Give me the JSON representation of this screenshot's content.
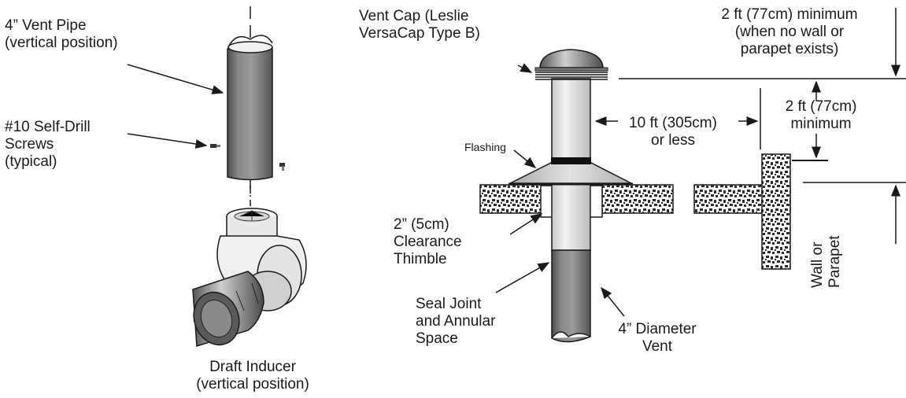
{
  "labels": {
    "vent_pipe": "4” Vent Pipe\n(vertical position)",
    "screws": "#10 Self-Drill\nScrews\n(typical)",
    "draft_inducer": "Draft Inducer\n(vertical position)",
    "vent_cap": "Vent Cap (Leslie\nVersaCap Type B)",
    "min_no_wall": "2 ft (77cm) minimum\n(when no wall or\nparapet exists)",
    "min_wall": "2 ft (77cm)\nminimum",
    "distance": "10 ft (305cm)\nor less",
    "flashing": "Flashing",
    "thimble": "2” (5cm)\nClearance\nThimble",
    "seal": "Seal Joint\nand Annular\nSpace",
    "diameter": "4” Diameter\nVent",
    "wall": "Wall or\nParapet"
  },
  "colors": {
    "ink": "#1a1a1a",
    "pipe_dark": "#6f6f6f",
    "pipe_light": "#e6e6e6",
    "fill_pattern": "#3a3a3a"
  }
}
